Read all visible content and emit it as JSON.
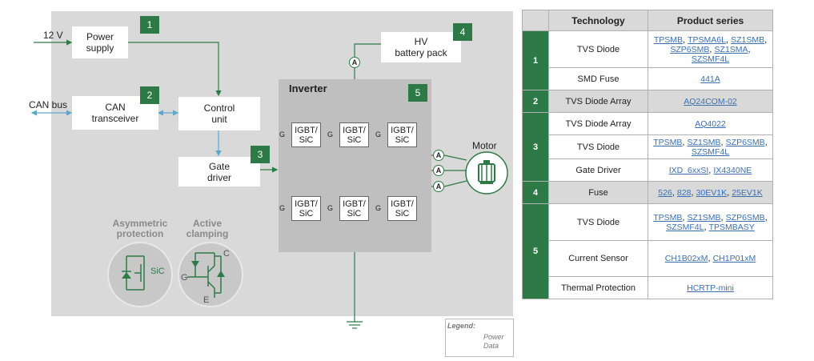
{
  "diagram": {
    "input_voltage": "12 V",
    "can_bus": "CAN bus",
    "blocks": {
      "power_supply": [
        "Power",
        "supply"
      ],
      "can_transceiver": [
        "CAN",
        "transceiver"
      ],
      "control_unit": [
        "Control",
        "unit"
      ],
      "gate_driver": [
        "Gate",
        "driver"
      ],
      "hv_battery": [
        "HV",
        "battery pack"
      ]
    },
    "numbers": {
      "n1": "1",
      "n2": "2",
      "n3": "3",
      "n4": "4",
      "n5": "5"
    },
    "inverter_title": "Inverter",
    "switch_label": [
      "IGBT/",
      "SiC"
    ],
    "gate_letter": "G",
    "ammeter": "A",
    "motor": "Motor",
    "asym_protection": [
      "Asymmetric",
      "protection"
    ],
    "asym_sic": "SiC",
    "active_clamping": [
      "Active",
      "clamping"
    ],
    "clamp_pins": {
      "c": "C",
      "g": "G",
      "e": "E"
    },
    "legend": {
      "title": "Legend:",
      "power": "Power",
      "data": "Data"
    },
    "colors": {
      "accent": "#2d7a46",
      "panel": "#d9d9d9",
      "inverter": "#bfbfbf",
      "wire": "#2d7a46"
    }
  },
  "table": {
    "headers": [
      "Technology",
      "Product series"
    ],
    "rows": [
      {
        "group": "1",
        "tech": "TVS Diode",
        "series": [
          "TPSMB",
          "TPSMA6L",
          "SZ1SMB",
          "SZP6SMB",
          "SZ1SMA",
          "SZSMF4L"
        ]
      },
      {
        "group": "",
        "tech": "SMD Fuse",
        "series": [
          "441A"
        ]
      },
      {
        "group": "2",
        "tech": "TVS Diode Array",
        "series": [
          "AQ24COM-02"
        ]
      },
      {
        "group": "3",
        "tech": "TVS Diode Array",
        "series": [
          "AQ4022"
        ]
      },
      {
        "group": "",
        "tech": "TVS Diode",
        "series": [
          "TPSMB",
          "SZ1SMB",
          "SZP6SMB",
          "SZSMF4L"
        ]
      },
      {
        "group": "",
        "tech": "Gate Driver",
        "series": [
          "IXD_6xxSI",
          "IX4340NE"
        ]
      },
      {
        "group": "4",
        "tech": "Fuse",
        "series": [
          "526",
          "828",
          "30EV1K",
          "25EV1K"
        ]
      },
      {
        "group": "5",
        "tech": "TVS Diode",
        "series": [
          "TPSMB",
          "SZ1SMB",
          "SZP6SMB",
          "SZSMF4L",
          "TPSMBASY"
        ]
      },
      {
        "group": "",
        "tech": "Current Sensor",
        "series": [
          "CH1B02xM",
          "CH1P01xM"
        ]
      },
      {
        "group": "",
        "tech": "Thermal Protection",
        "series": [
          "HCRTP-mini"
        ]
      }
    ]
  }
}
